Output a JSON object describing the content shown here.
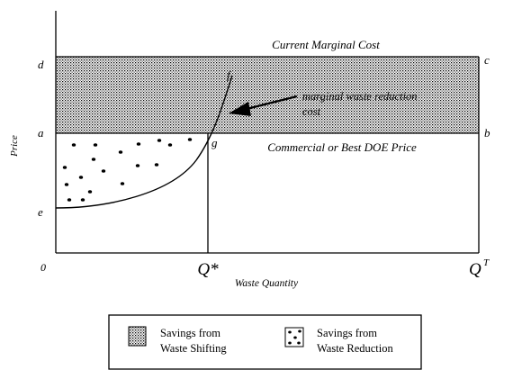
{
  "diagram": {
    "ylabel": "Price",
    "xlabel": "Waste Quantity",
    "origin_label": "0",
    "point_labels": {
      "d": "d",
      "a": "a",
      "e": "e",
      "c": "c",
      "b": "b",
      "f": "f",
      "g": "g"
    },
    "x_marks": {
      "q_star": "Q*",
      "q_t_base": "Q",
      "q_t_sup": "T"
    },
    "annotations": {
      "current_marginal_cost": "Current Marginal Cost",
      "commercial_price": "Commercial or Best DOE Price",
      "mwrc_line1": "marginal waste reduction",
      "mwrc_line2": "cost"
    },
    "legend": {
      "shifting_line1": "Savings from",
      "shifting_line2": "Waste Shifting",
      "reduction_line1": "Savings from",
      "reduction_line2": "Waste Reduction"
    }
  }
}
